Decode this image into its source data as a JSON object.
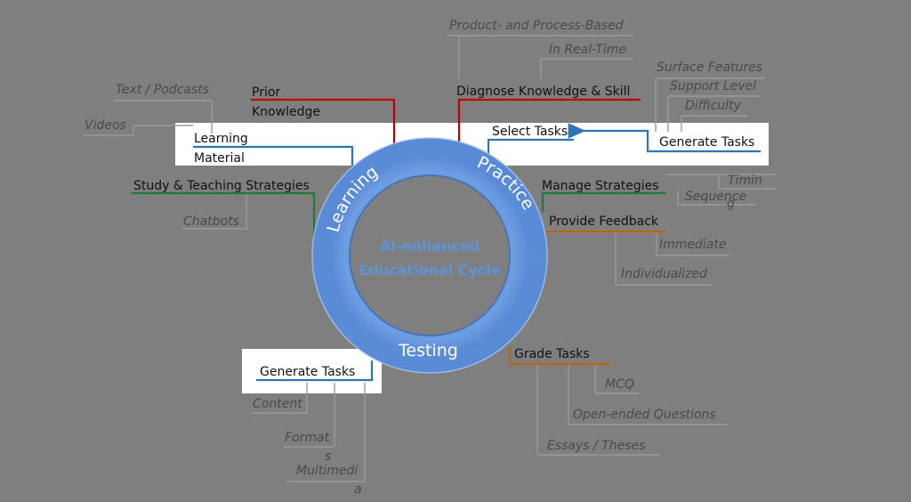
{
  "center": {
    "line1": "AI-enhanced",
    "line2": "Educational Cycle"
  },
  "ring": {
    "learning": "Learning",
    "practice": "Practice",
    "testing": "Testing"
  },
  "learning": {
    "prior_knowledge_1": "Prior",
    "prior_knowledge_2": "Knowledge",
    "learning_material_1": "Learning",
    "learning_material_2": "Material",
    "text_podcasts": "Text / Podcasts",
    "videos": "Videos",
    "study_teaching": "Study & Teaching Strategies",
    "chatbots": "Chatbots"
  },
  "practice": {
    "diagnose": "Diagnose Knowledge & Skill",
    "product_process": "Product- and Process-Based",
    "real_time": "In Real-Time",
    "select_tasks": "Select Tasks",
    "generate_tasks": "Generate Tasks",
    "surface_features": "Surface Features",
    "support_level": "Support Level",
    "difficulty": "Difficulty",
    "manage_strategies": "Manage Strategies",
    "timing": "Timin",
    "sequence": "Sequence",
    "sequence_tail": "g",
    "provide_feedback": "Provide Feedback",
    "immediate": "Immediate",
    "individualized": "Individualized"
  },
  "testing": {
    "generate_tasks": "Generate Tasks",
    "content": "Content",
    "formats_1": "Format",
    "formats_2": "s",
    "multimedia_1": "Multimedi",
    "multimedia_2": "a",
    "grade_tasks": "Grade Tasks",
    "mcq": "MCQ",
    "open_ended": "Open-ended Questions",
    "essays": "Essays / Theses"
  },
  "colors": {
    "background": "#7f7f7f",
    "highlight": "#ffffff",
    "ring_outer": "#6f9ee0",
    "ring_inner": "#4d7cc4",
    "center_text": "#5e93d8",
    "red": "#c00000",
    "blue": "#2e75b6",
    "green": "#1e7a38",
    "orange": "#b3661a"
  }
}
